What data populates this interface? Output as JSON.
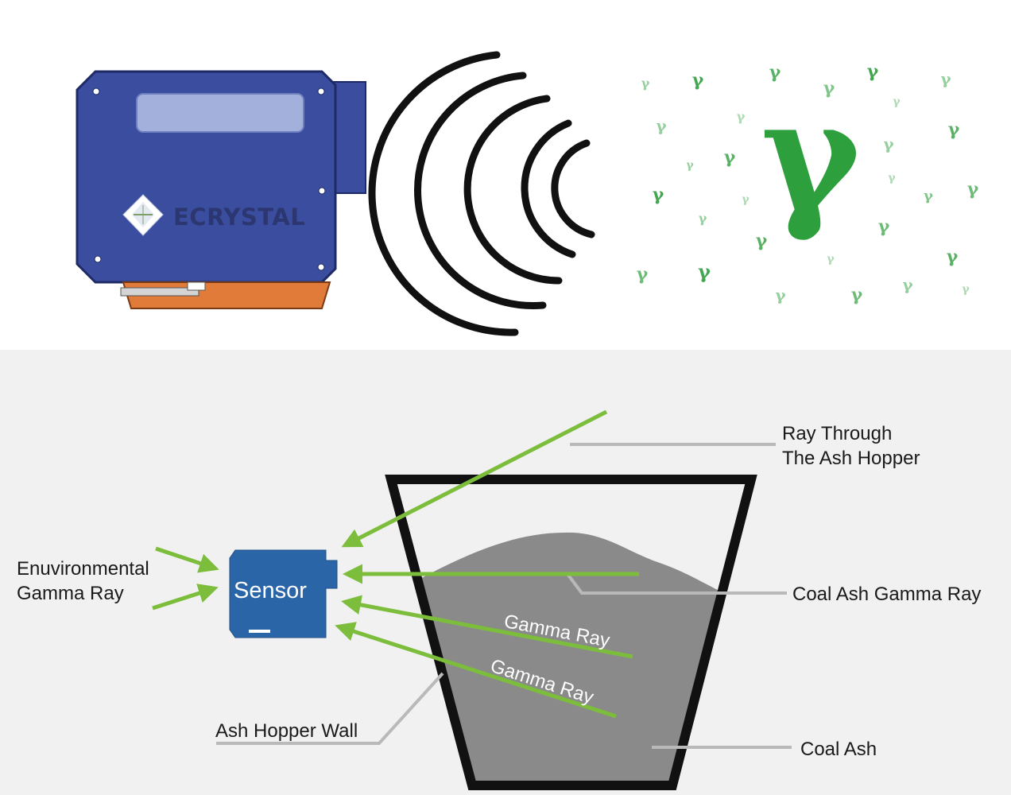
{
  "device": {
    "brand": "ECRYSTAL",
    "body_color": "#3a4d9f",
    "accent_color": "#e07b39"
  },
  "gamma_field": {
    "symbol": "γ",
    "color": "#2d9f3d"
  },
  "diagram": {
    "sensor_label": "Sensor",
    "env_label_line1": "Enuvironmental",
    "env_label_line2": "Gamma Ray",
    "ray_through_line1": "Ray Through",
    "ray_through_line2": "The Ash Hopper",
    "coal_ash_gamma_label": "Coal Ash Gamma Ray",
    "gamma_ray_label_1": "Gamma Ray",
    "gamma_ray_label_2": "Gamma Ray",
    "hopper_wall_label": "Ash Hopper Wall",
    "coal_ash_label": "Coal Ash",
    "ray_color": "#7cbd3c",
    "sensor_color": "#2a65a8",
    "ash_color": "#8a8a8a",
    "leader_color": "#b9b9b9"
  }
}
